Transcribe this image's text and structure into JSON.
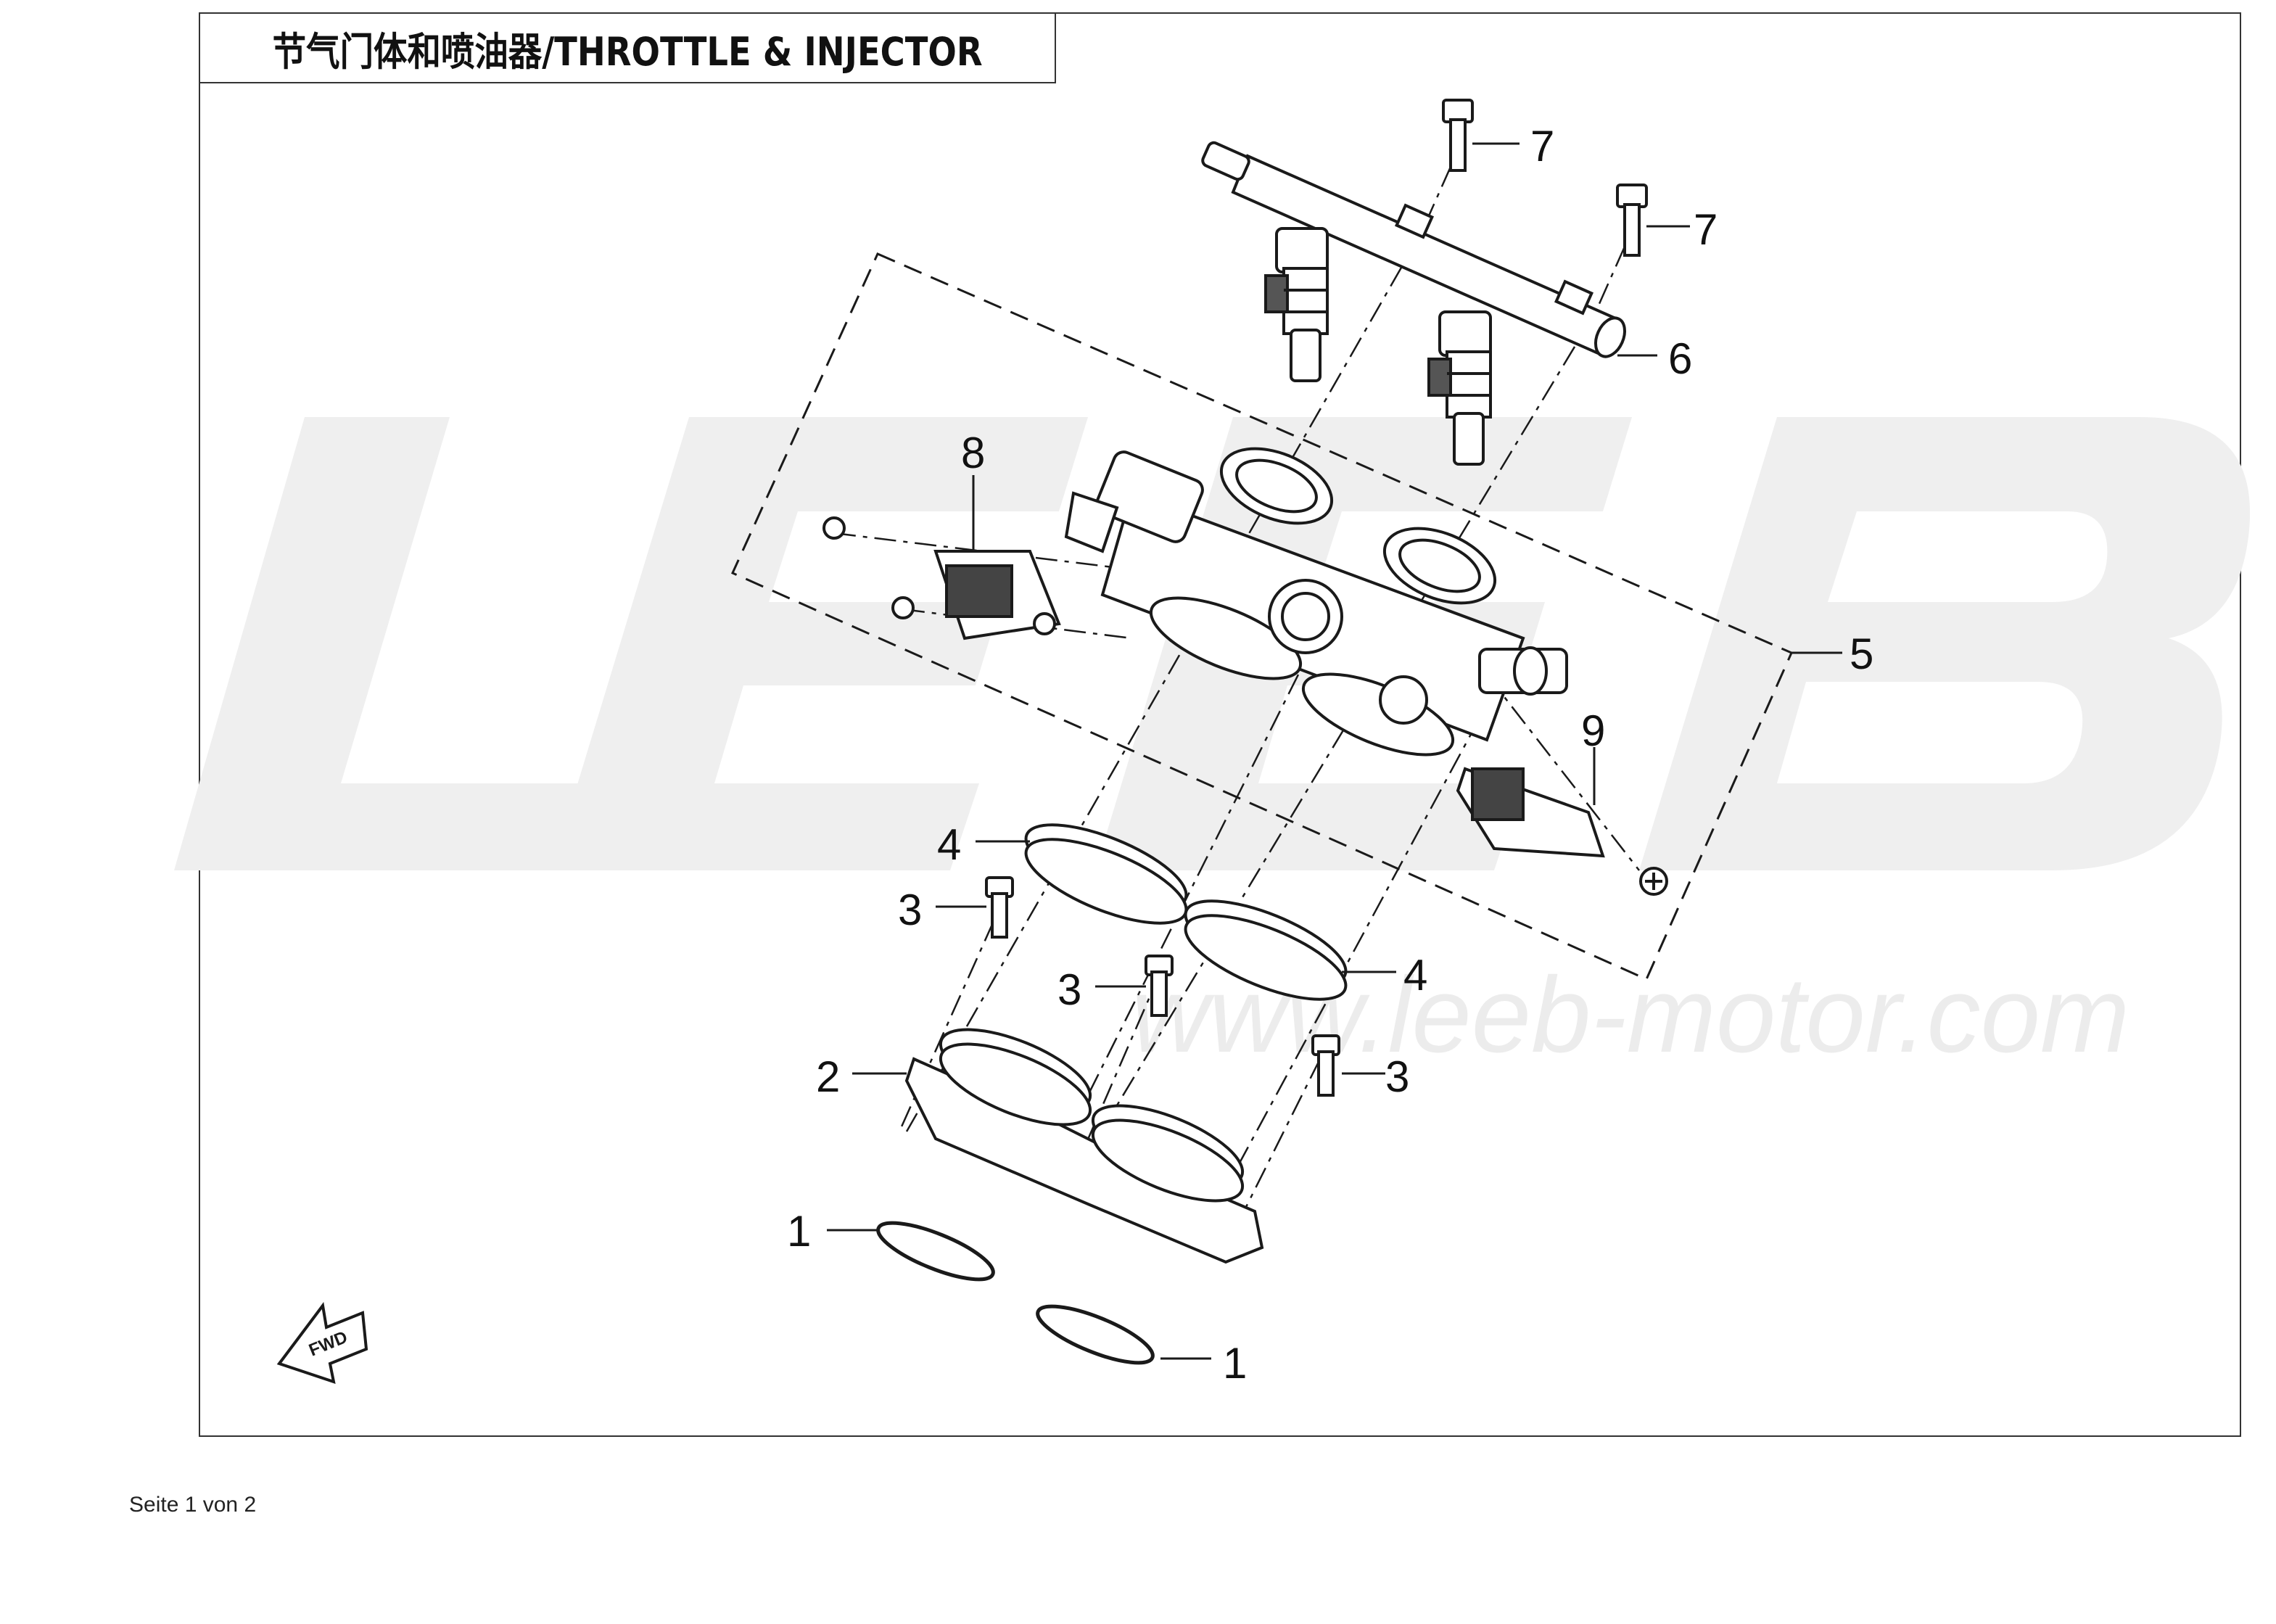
{
  "title": "节气门体和喷油器/THROTTLE & INJECTOR",
  "watermark": {
    "logo_letters": "LEEB",
    "website": "www.leeb-motor.com"
  },
  "callouts": [
    {
      "id": "callout-1a",
      "label": "1"
    },
    {
      "id": "callout-1b",
      "label": "1"
    },
    {
      "id": "callout-2",
      "label": "2"
    },
    {
      "id": "callout-3a",
      "label": "3"
    },
    {
      "id": "callout-3b",
      "label": "3"
    },
    {
      "id": "callout-3c",
      "label": "3"
    },
    {
      "id": "callout-4a",
      "label": "4"
    },
    {
      "id": "callout-4b",
      "label": "4"
    },
    {
      "id": "callout-5",
      "label": "5"
    },
    {
      "id": "callout-6",
      "label": "6"
    },
    {
      "id": "callout-7a",
      "label": "7"
    },
    {
      "id": "callout-7b",
      "label": "7"
    },
    {
      "id": "callout-8",
      "label": "8"
    },
    {
      "id": "callout-9",
      "label": "9"
    }
  ],
  "fwd_arrow_label": "FWD",
  "footer": "Seite 1 von 2",
  "colors": {
    "line": "#1a1a1a",
    "watermark": "#ececec",
    "frame": "#333333"
  }
}
